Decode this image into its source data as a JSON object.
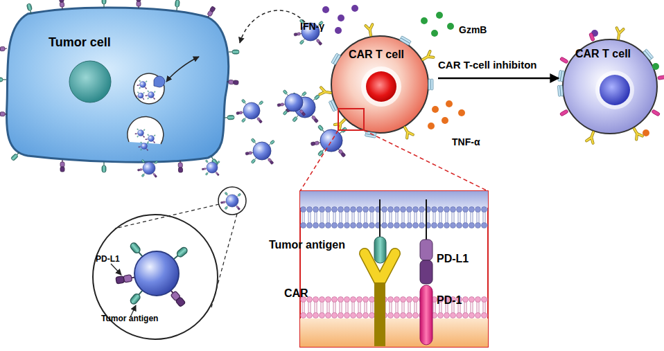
{
  "diagram": {
    "nodes": [
      {
        "text": [
          "Tumor cell"
        ]
      },
      {
        "text": [
          "CAR T cell"
        ]
      },
      {
        "text": [
          "CAR T cell"
        ]
      },
      {
        "text": [
          "PD-L1",
          "Tumor antigen"
        ]
      },
      {
        "text": [
          "Tumor antigen",
          "PD-L1",
          "CAR",
          "PD-1"
        ]
      }
    ],
    "edges": [
      {
        "from": 1,
        "to": 2,
        "arrow": "to",
        "label": "CAR T-cell inhibiton"
      }
    ],
    "labels": [
      "IFN-γ",
      "GzmB",
      "TNF-α"
    ]
  }
}
